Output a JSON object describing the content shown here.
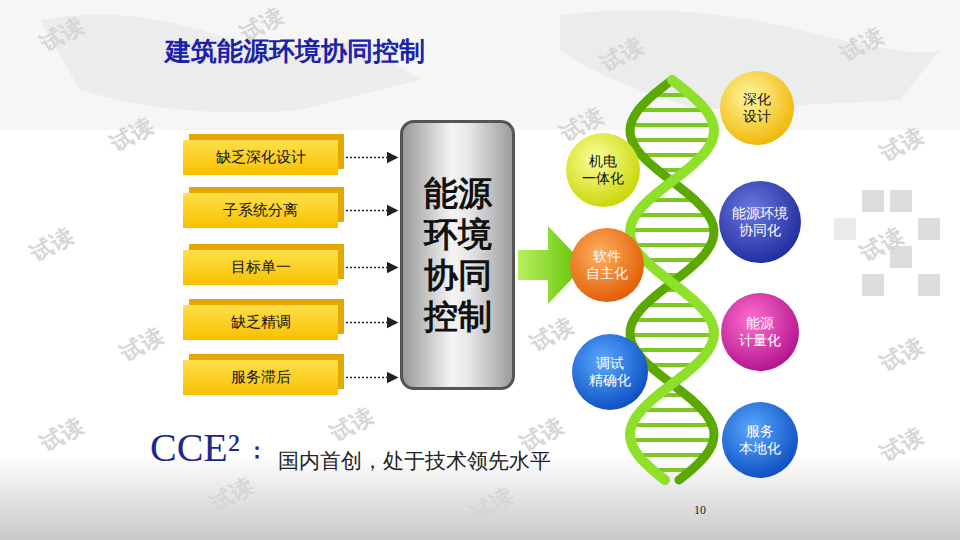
{
  "diagram": {
    "title": "建筑能源环境协同控制",
    "nodes": [
      {
        "text": [
          "缺乏深化设计"
        ]
      },
      {
        "text": [
          "子系统分离"
        ]
      },
      {
        "text": [
          "目标单一"
        ]
      },
      {
        "text": [
          "缺乏精调"
        ]
      },
      {
        "text": [
          "服务滞后"
        ]
      },
      {
        "text": [
          "能源 环境 协同 控制"
        ]
      },
      {
        "text": [
          "深化 设计"
        ]
      },
      {
        "text": [
          "机电 一体化"
        ]
      },
      {
        "text": [
          "能源环境 协同化"
        ]
      },
      {
        "text": [
          "软件 自主化"
        ]
      },
      {
        "text": [
          "能源 计量化"
        ]
      },
      {
        "text": [
          "调试 精确化"
        ]
      },
      {
        "text": [
          "服务 本地化"
        ]
      }
    ],
    "edges": [
      {
        "from": 0,
        "to": 5,
        "arrow": "to"
      },
      {
        "from": 1,
        "to": 5,
        "arrow": "to"
      },
      {
        "from": 2,
        "to": 5,
        "arrow": "to"
      },
      {
        "from": 3,
        "to": 5,
        "arrow": "to"
      },
      {
        "from": 4,
        "to": 5,
        "arrow": "to"
      }
    ],
    "labels": [
      "CCE²",
      "：",
      "国内首创，处于技术领先水平",
      "10",
      "试读",
      "试读",
      "试读",
      "试读",
      "试读",
      "试读",
      "试读",
      "试读",
      "试读",
      "试读",
      "试读",
      "试读",
      "试读",
      "试读",
      "试读",
      "试读",
      "试读",
      "试读"
    ]
  }
}
